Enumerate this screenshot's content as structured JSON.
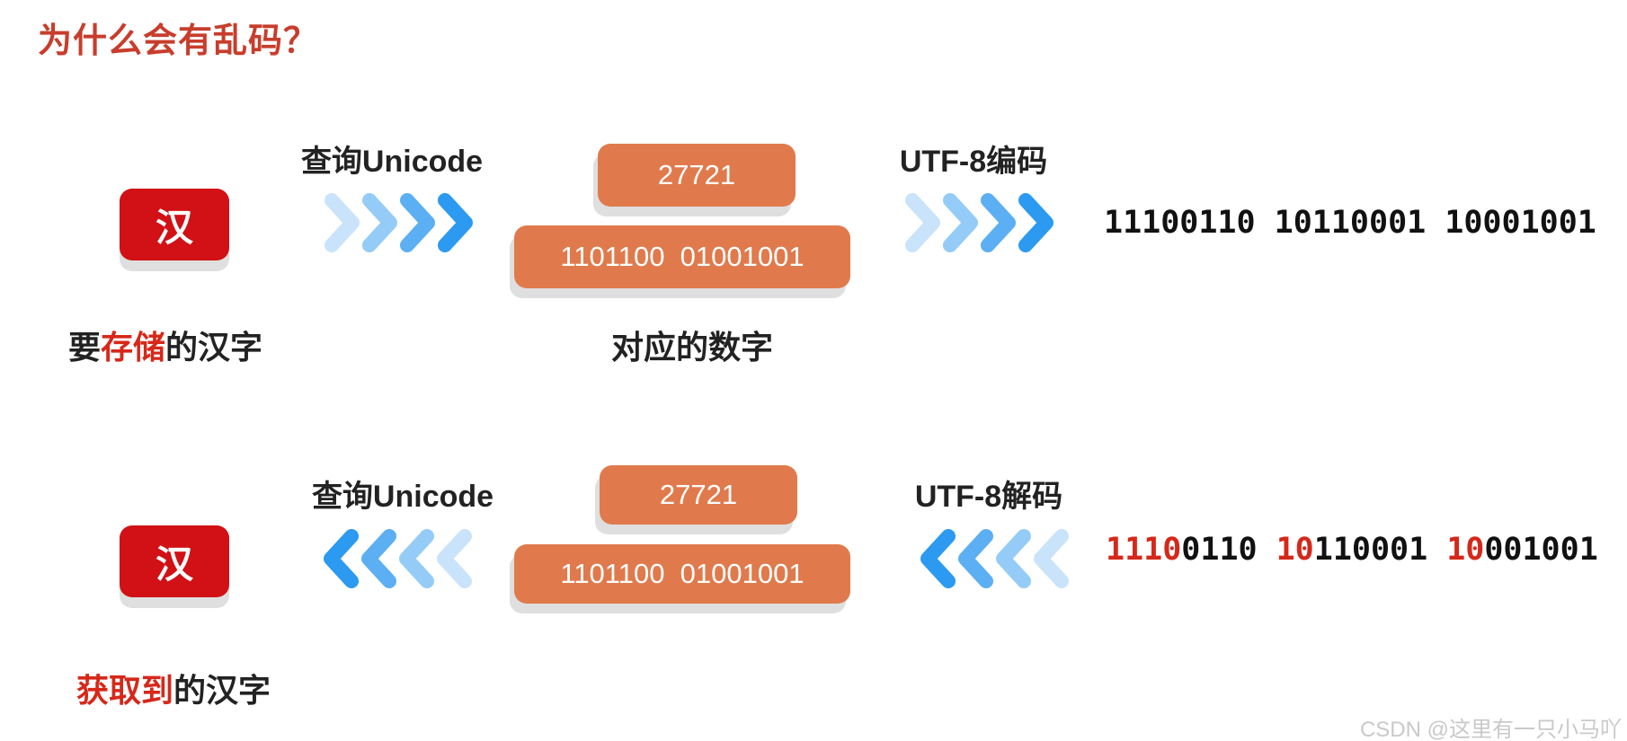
{
  "title": "为什么会有乱码？",
  "colors": {
    "title_red": "#c83d2c",
    "char_box_red": "#d11115",
    "orange_box": "#e07a4c",
    "highlight_red": "#d6281a",
    "chevron_blues": [
      "#c9e3fb",
      "#94ccf7",
      "#5caff2",
      "#2b9af0"
    ],
    "shadow_gray": "#dfdfdf",
    "watermark_gray": "#c9c9c9",
    "text_dark": "#222222"
  },
  "encode_flow": {
    "char": "汉",
    "step1_label": "查询Unicode",
    "codepoint_value": "27721",
    "codepoint_binary": "1101100  01001001",
    "step2_label": "UTF-8编码",
    "utf8_result": "11100110 10110001 10001001",
    "char_caption": {
      "pre": "要",
      "highlight": "存储",
      "post": "的汉字"
    },
    "number_caption": "对应的数字"
  },
  "decode_flow": {
    "char": "汉",
    "step1_label": "查询Unicode",
    "codepoint_value": "27721",
    "codepoint_binary": "1101100  01001001",
    "step2_label": "UTF-8解码",
    "utf8_source": {
      "byte1_prefix": "1110",
      "byte1_rest": "0110",
      "byte2_prefix": "10",
      "byte2_rest": "110001",
      "byte3_prefix": "10",
      "byte3_rest": "001001"
    },
    "char_caption": {
      "highlight": "获取到",
      "post": "的汉字"
    }
  },
  "watermark": "CSDN @这里有一只小马吖"
}
